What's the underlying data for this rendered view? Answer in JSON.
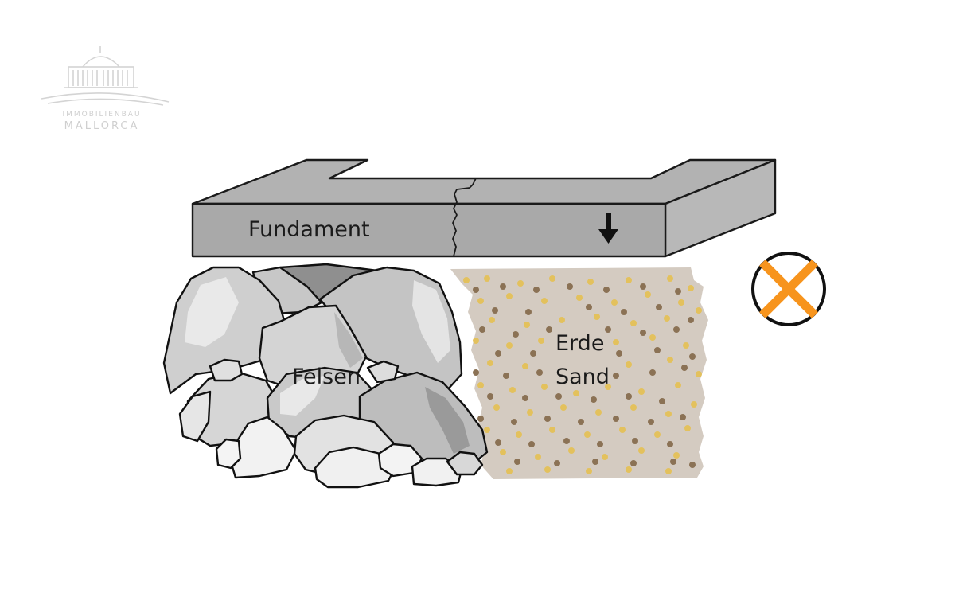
{
  "logo": {
    "line1": "IMMOBILIENBAU",
    "line2": "MALLORCA",
    "icon": "palace-building-icon",
    "color": "#cfcfcf"
  },
  "diagram": {
    "foundation_label": "Fundament",
    "rock_label": "Felsen",
    "soil_label_1": "Erde",
    "soil_label_2": "Sand",
    "arrow_icon": "arrow-down-icon",
    "status_icon": "cross-circle-icon",
    "colors": {
      "foundation_front": "#a9a9a9",
      "foundation_top": "#b2b2b2",
      "foundation_side": "#b8b8b8",
      "soil": "#d4cbc1",
      "dot_gold": "#e3c15d",
      "dot_brown": "#8b7255",
      "cross": "#f7941d"
    }
  }
}
